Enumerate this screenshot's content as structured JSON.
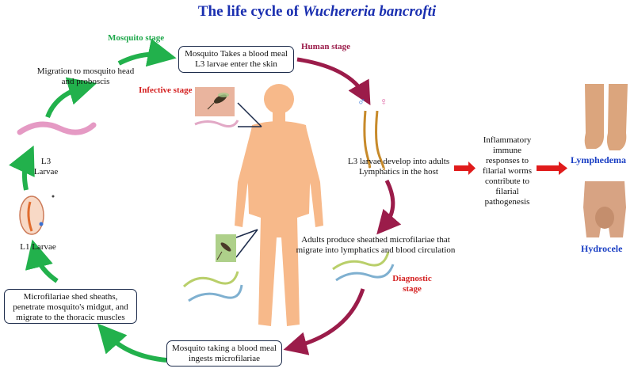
{
  "title_prefix": "The life cycle of ",
  "title_species": "Wuchereria bancrofti",
  "stages": {
    "mosquito": "Mosquito stage",
    "human": "Human stage",
    "infective": "Infective stage",
    "diagnostic": "Diagnostic stage"
  },
  "steps": {
    "blood_meal_l3_line1": "Mosquito Takes a blood meal",
    "blood_meal_l3_line2": "L3 larvae enter the skin",
    "develop_adults_line1": "L3 larvae develop into adults",
    "develop_adults_line2": "Lymphatics in the host",
    "adults_produce_line1": "Adults produce sheathed microfilariae that",
    "adults_produce_line2": "migrate into lymphatics and blood circulation",
    "ingests_line1": "Mosquito taking a blood meal",
    "ingests_line2": "ingests microfilariae",
    "shed_line1": "Microfilariae shed sheaths,",
    "shed_line2": "penetrate mosquito's midgut, and",
    "shed_line3": "migrate to the thoracic muscles",
    "l1": "L1 Larvae",
    "l3_line1": "L3",
    "l3_line2": "Larvae",
    "migration_line1": "Migration to mosquito head",
    "migration_line2": "and proboscis"
  },
  "inflammatory": [
    "Inflammatory",
    "immune",
    "responses to",
    "filarial worms",
    "contribute to",
    "filarial",
    "pathogenesis"
  ],
  "outcomes": {
    "lymphedema": "Lymphedema",
    "hydrocele": "Hydrocele"
  },
  "symbols": {
    "male": "♂",
    "female": "♀"
  },
  "colors": {
    "title": "#1a2fb0",
    "green_arrow": "#22b14c",
    "maroon_arrow": "#9b1c4a",
    "red_arrow": "#e01b1b",
    "human_body": "#f7b98a"
  }
}
